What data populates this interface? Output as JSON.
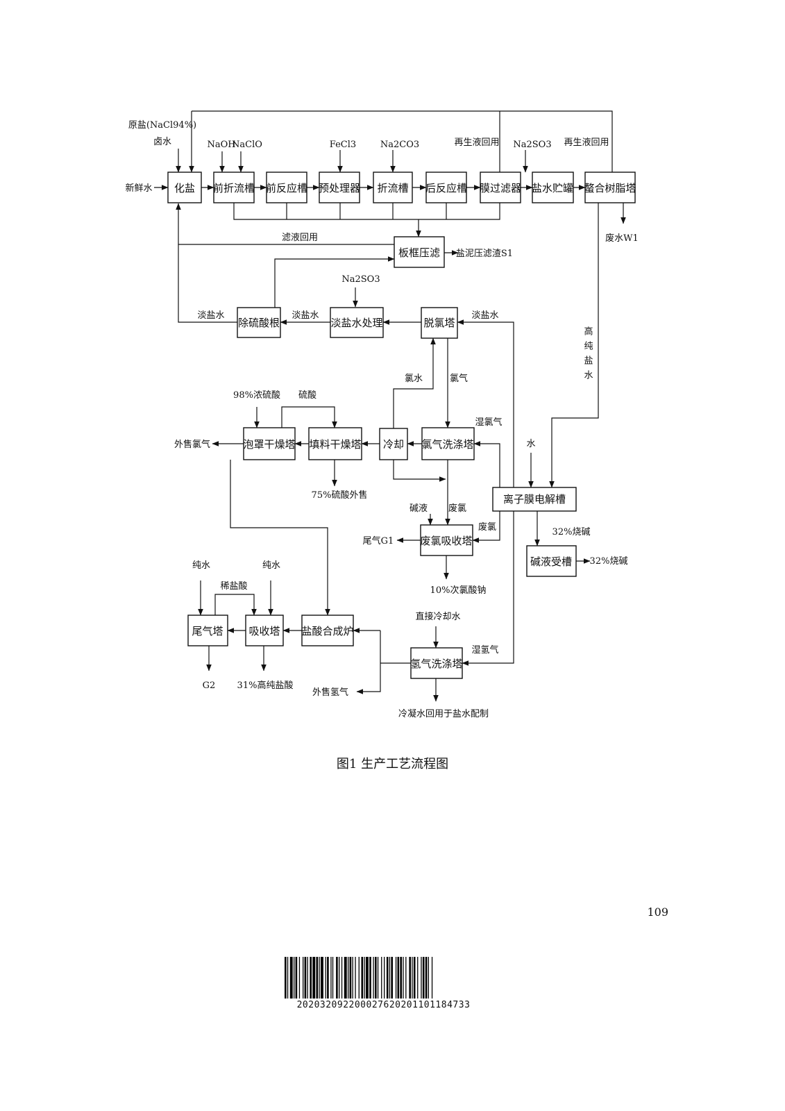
{
  "caption": "图1  生产工艺流程图",
  "page_number": "109",
  "barcode_number": "20203209220002762020110118473З",
  "boxes": [
    {
      "id": "huayan",
      "label": "化盐"
    },
    {
      "id": "qianzheliu",
      "label": "前折流槽"
    },
    {
      "id": "qianfanying",
      "label": "前反应槽"
    },
    {
      "id": "yuchuli",
      "label": "预处理器"
    },
    {
      "id": "zheliu",
      "label": "折流槽"
    },
    {
      "id": "houfanying",
      "label": "后反应槽"
    },
    {
      "id": "moguolv",
      "label": "膜过滤器"
    },
    {
      "id": "yanshuizhuguan",
      "label": "盐水贮罐"
    },
    {
      "id": "aohe",
      "label": "螯合树脂塔"
    },
    {
      "id": "bankuang",
      "label": "板框压滤"
    },
    {
      "id": "chuliusuangen",
      "label": "除硫酸根"
    },
    {
      "id": "danyanshui",
      "label": "淡盐水处理"
    },
    {
      "id": "tuolv",
      "label": "脱氯塔"
    },
    {
      "id": "paozhao",
      "label": "泡罩干燥塔"
    },
    {
      "id": "tianliao",
      "label": "填料干燥塔"
    },
    {
      "id": "lengque",
      "label": "冷却"
    },
    {
      "id": "lvqixidi",
      "label": "氯气洗涤塔"
    },
    {
      "id": "lizimo",
      "label": "离子膜电解槽"
    },
    {
      "id": "feilv",
      "label": "废氯吸收塔"
    },
    {
      "id": "jianye",
      "label": "碱液受槽"
    },
    {
      "id": "weiqita",
      "label": "尾气塔"
    },
    {
      "id": "xishouta",
      "label": "吸收塔"
    },
    {
      "id": "yansuanhecheng",
      "label": "盐酸合成炉"
    },
    {
      "id": "qingqixidi",
      "label": "氢气洗涤塔"
    }
  ],
  "labels": [
    {
      "id": "yuanyan",
      "text": "原盐(NaCl94%)"
    },
    {
      "id": "lushui",
      "text": "卤水"
    },
    {
      "id": "xinxianshui",
      "text": "新鲜水"
    },
    {
      "id": "naoh",
      "text": "NaOH"
    },
    {
      "id": "naclo",
      "text": "NaClO"
    },
    {
      "id": "fecl3",
      "text": "FeCl3"
    },
    {
      "id": "na2co3",
      "text": "Na2CO3"
    },
    {
      "id": "zaisheng1",
      "text": "再生液回用"
    },
    {
      "id": "na2so3a",
      "text": "Na2SO3"
    },
    {
      "id": "zaisheng2",
      "text": "再生液回用"
    },
    {
      "id": "feishuiw1",
      "text": "废水W1"
    },
    {
      "id": "lvye",
      "text": "滤液回用"
    },
    {
      "id": "yanni",
      "text": "盐泥压滤渣S1"
    },
    {
      "id": "na2so3b",
      "text": "Na2SO3"
    },
    {
      "id": "danyan1",
      "text": "淡盐水"
    },
    {
      "id": "danyan2",
      "text": "淡盐水"
    },
    {
      "id": "danyan3",
      "text": "淡盐水"
    },
    {
      "id": "gaochun",
      "text": "高纯盐水"
    },
    {
      "id": "lvshui",
      "text": "氯水"
    },
    {
      "id": "lvqi",
      "text": "氯气"
    },
    {
      "id": "nongliusuan",
      "text": "98%浓硫酸"
    },
    {
      "id": "liusuan",
      "text": "硫酸"
    },
    {
      "id": "shilvqi",
      "text": "湿氯气"
    },
    {
      "id": "waishoulv",
      "text": "外售氯气"
    },
    {
      "id": "liusuanwaishou",
      "text": "75%硫酸外售"
    },
    {
      "id": "shui",
      "text": "水"
    },
    {
      "id": "jianye2",
      "text": "碱液"
    },
    {
      "id": "feilv1",
      "text": "废氯"
    },
    {
      "id": "feilv2",
      "text": "废氯"
    },
    {
      "id": "weiqig1",
      "text": "尾气G1"
    },
    {
      "id": "shaojian1",
      "text": "32%烧碱"
    },
    {
      "id": "shaojian2",
      "text": "32%烧碱"
    },
    {
      "id": "cilvsuan",
      "text": "10%次氯酸钠"
    },
    {
      "id": "chunshui1",
      "text": "纯水"
    },
    {
      "id": "chunshui2",
      "text": "纯水"
    },
    {
      "id": "xiyansuan",
      "text": "稀盐酸"
    },
    {
      "id": "zhijie",
      "text": "直接冷却水"
    },
    {
      "id": "shiqingqi",
      "text": "湿氢气"
    },
    {
      "id": "g2",
      "text": "G2"
    },
    {
      "id": "yansuan31",
      "text": "31%高纯盐酸"
    },
    {
      "id": "waishouqing",
      "text": "外售氢气"
    },
    {
      "id": "lengningshui",
      "text": "冷凝水回用于盐水配制"
    }
  ]
}
